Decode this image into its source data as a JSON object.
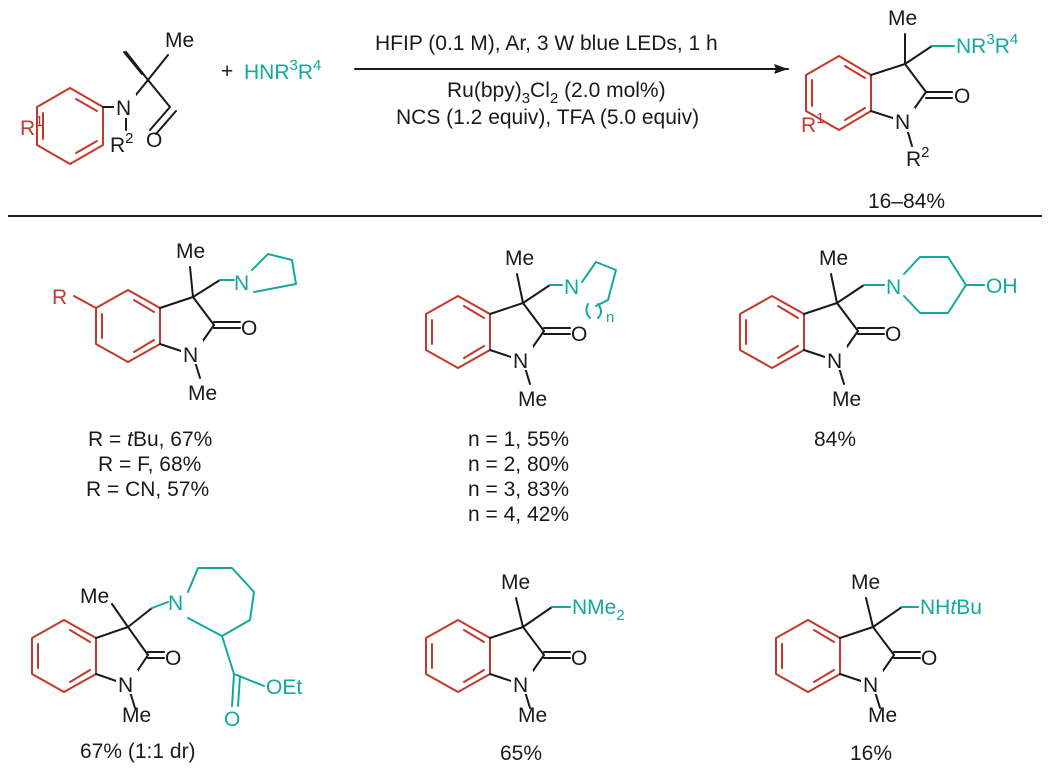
{
  "colors": {
    "black": "#1a1a1a",
    "red": "#c0392b",
    "teal": "#13a89e"
  },
  "scheme": {
    "reactant_amine": "HNR",
    "reagent_amine_sup3": "3",
    "reagent_amine_R": "R",
    "reagent_amine_sup4": "4",
    "plus": "+",
    "conditions_line1": "HFIP (0.1 M), Ar, 3 W blue LEDs, 1 h",
    "conditions_line2_a": "Ru(bpy)",
    "conditions_line2_sub3": "3",
    "conditions_line2_b": "Cl",
    "conditions_line2_sub2": "2",
    "conditions_line2_c": " (2.0 mol%)",
    "conditions_line3": "NCS (1.2 equiv), TFA (5.0 equiv)",
    "product_yield_range": "16–84%",
    "label_Me": "Me",
    "label_N": "N",
    "label_O": "O",
    "label_R": "R",
    "sup1": "1",
    "sup2": "2",
    "sup3": "3",
    "sup4": "4",
    "label_NR": "NR"
  },
  "examples": [
    {
      "id": "pyrrolidine",
      "R": "R",
      "captions": [
        "R = tBu, 67%",
        "R = F, 68%",
        "R = CN, 57%"
      ]
    },
    {
      "id": "cyclic-amine",
      "n_label": "n",
      "captions": [
        "n = 1, 55%",
        "n = 2, 80%",
        "n = 3, 83%",
        "n = 4, 42%"
      ]
    },
    {
      "id": "hydroxypiperidine",
      "OH": "OH",
      "captions": [
        "84%"
      ]
    },
    {
      "id": "nipecotate",
      "OEt": "OEt",
      "captions": [
        "67% (1:1 dr)"
      ]
    },
    {
      "id": "dimethylamine",
      "NMe": "NMe",
      "sub2": "2",
      "captions": [
        "65%"
      ]
    },
    {
      "id": "tert-butylamine",
      "NH": "NH",
      "tBu": "tBu",
      "captions": [
        "16%"
      ]
    }
  ],
  "caption_parts": {
    "r_eq": "R = ",
    "t": "t",
    "bu_67": "Bu, 67%"
  }
}
